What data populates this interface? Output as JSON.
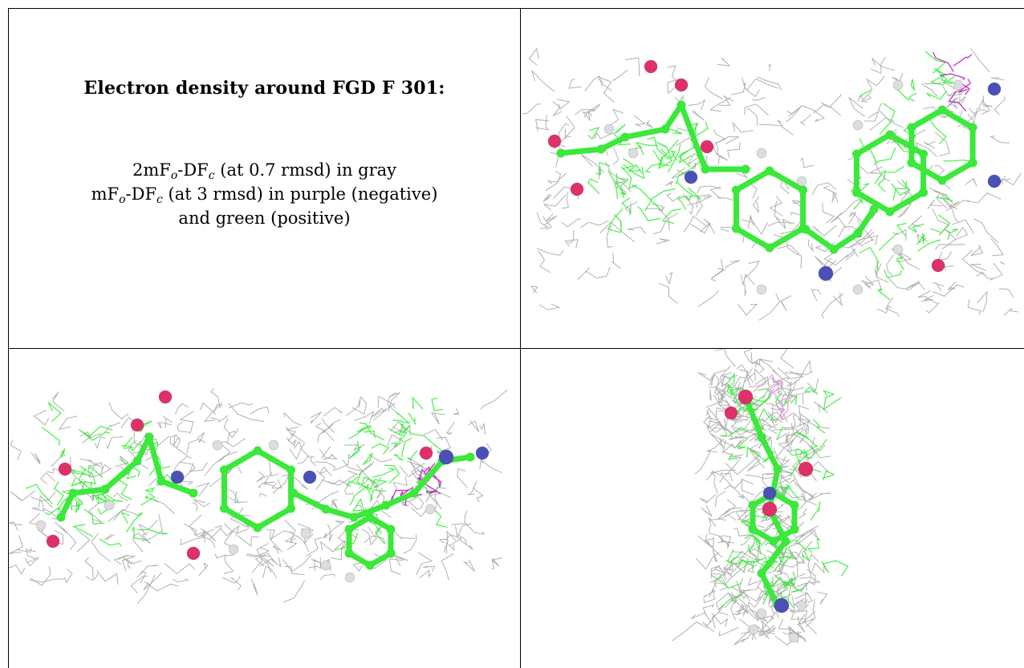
{
  "caption": {
    "title": "Electron density around FGD F 301:",
    "line1": {
      "pre": "2mF",
      "sub1": "o",
      "mid": "-DF",
      "sub2": "c",
      "post": " (at 0.7 rmsd) in gray"
    },
    "line2": {
      "pre": "mF",
      "sub1": "o",
      "mid": "-DF",
      "sub2": "c",
      "post": " (at 3 rmsd) in purple (negative)"
    },
    "line3": "and green (positive)"
  },
  "colors": {
    "gray_mesh": "#a9a9a9",
    "carbon": "#3be83b",
    "negative_density": "#c020c0",
    "positive_density": "#33ee33",
    "oxygen": "#e0306a",
    "nitrogen": "#4a50b8",
    "hydrogen": "#dddddd"
  }
}
